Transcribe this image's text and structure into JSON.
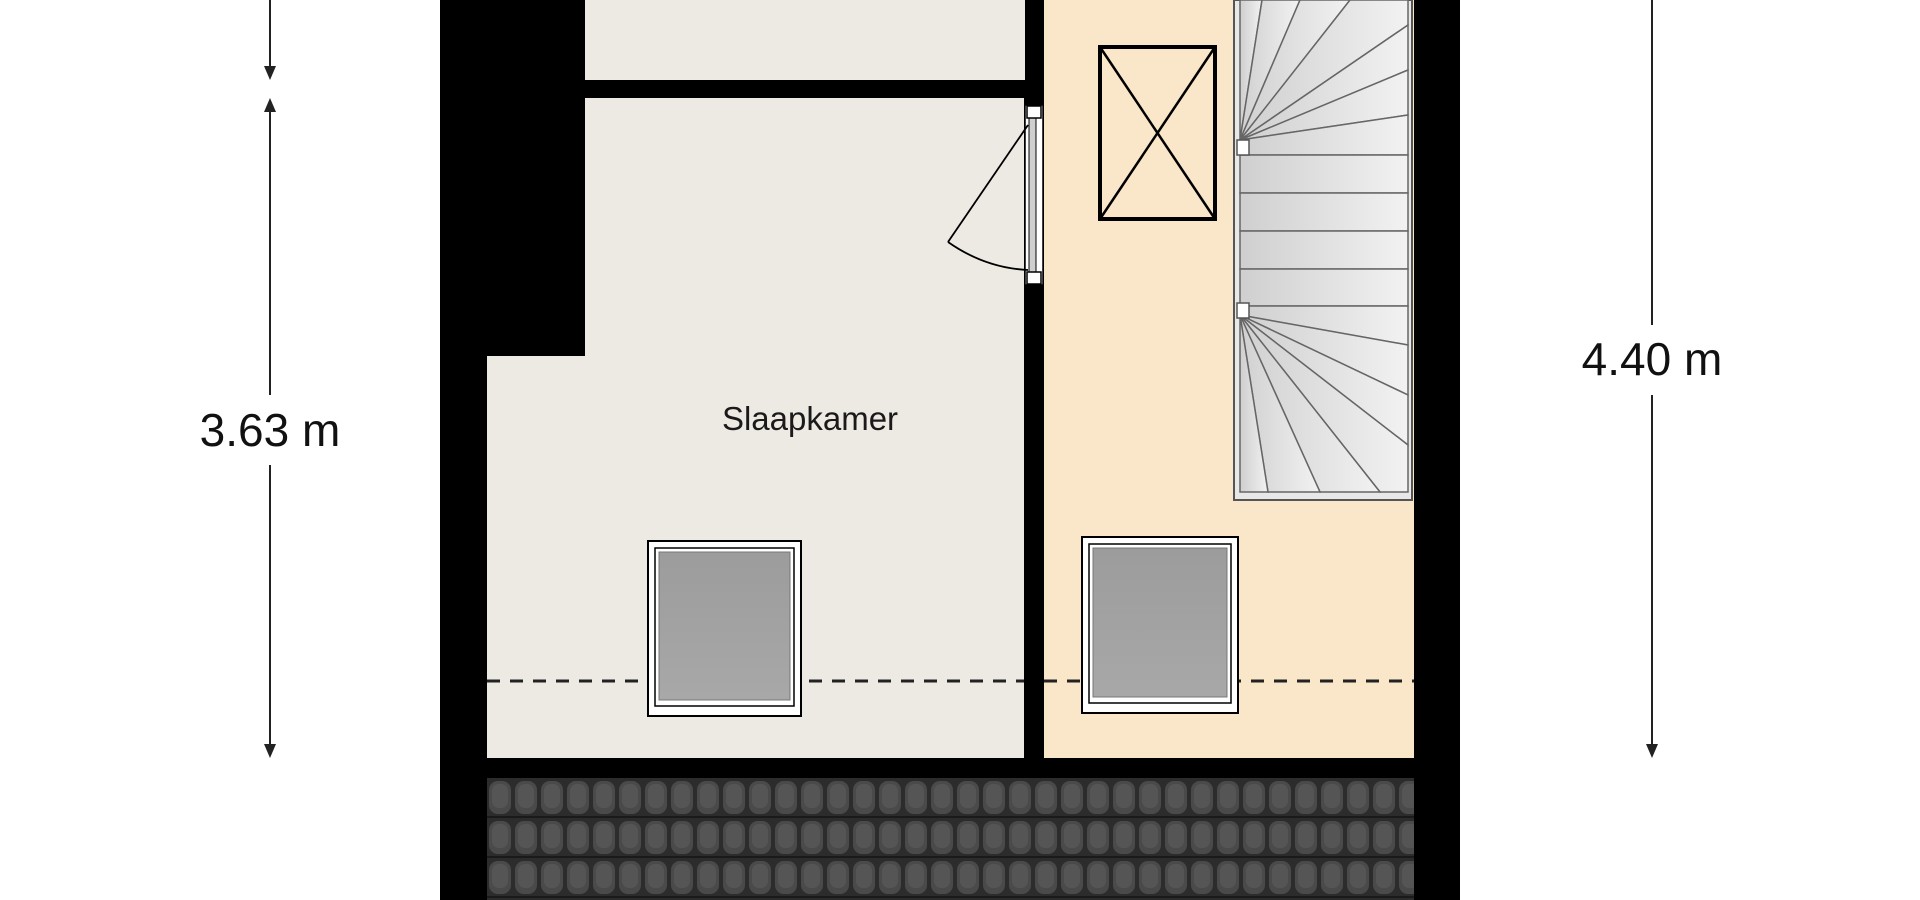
{
  "rooms": {
    "bedroom": {
      "label": "Slaapkamer"
    },
    "landing": {
      "label": ""
    }
  },
  "dimensions": {
    "left_height": "3.63 m",
    "right_height": "4.40 m"
  },
  "colors": {
    "wall": "#000000",
    "bedroom_floor": "#edeae4",
    "landing_floor": "#fae6c8",
    "roof_tiles": "#3c3c3c",
    "window_glass": "#a3a3a3",
    "stair_tread": "#e4e4e4"
  },
  "icons": {
    "skylight": "skylight-window-icon",
    "door": "door-swing-icon",
    "stairs": "spiral-stairs-icon",
    "shaft": "void-shaft-icon"
  }
}
